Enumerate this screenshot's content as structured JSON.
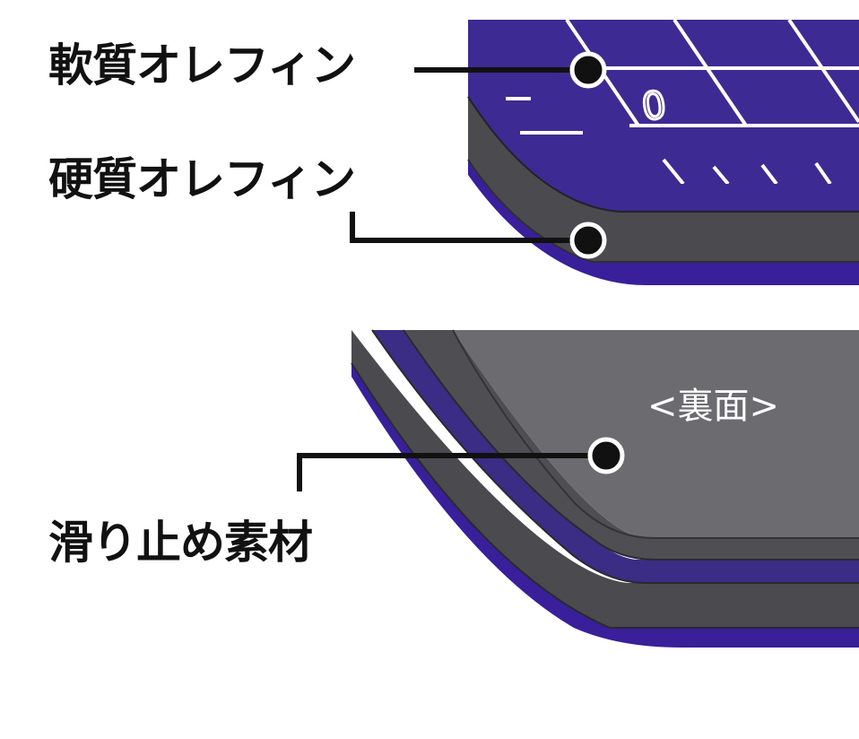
{
  "labels": {
    "soft_olefin": "軟質オレフィン",
    "hard_olefin": "硬質オレフィン",
    "non_slip": "滑り止め素材",
    "back_side": "<裏面>"
  },
  "colors": {
    "purple_surface": "#3d2a92",
    "purple_edge": "#2a1a7a",
    "dark_gray_core": "#4a4a4f",
    "gray_back": "#6b6b70",
    "grid_lines": "#ffffff",
    "callout": "#111111"
  },
  "mat_numeral": "0"
}
